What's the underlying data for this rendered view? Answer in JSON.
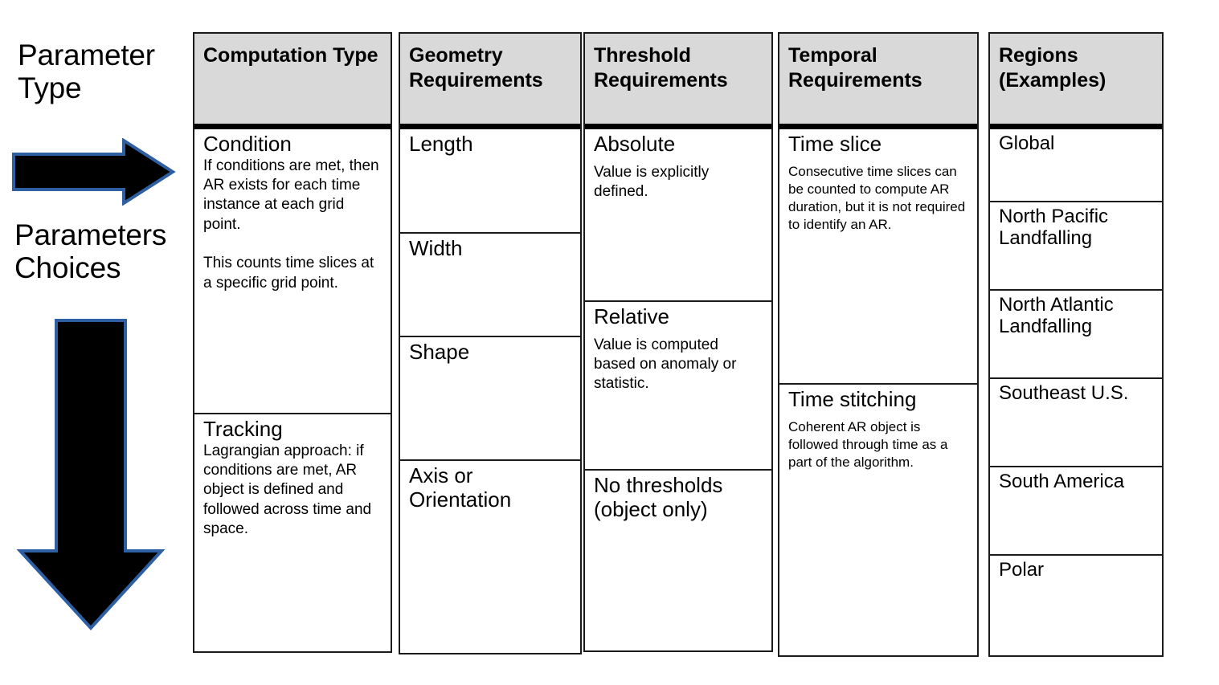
{
  "left_labels": {
    "parameter_type": "Parameter\nType",
    "parameters_choices": "Parameters\nChoices"
  },
  "icons": {
    "right_arrow": "right-arrow-icon",
    "down_arrow": "down-arrow-icon"
  },
  "colors": {
    "header_fill": "#d9d9d9",
    "border": "#1a1a1a",
    "arrow_fill": "#000000",
    "arrow_outline": "#2e5fa3",
    "background": "#ffffff"
  },
  "columns": [
    {
      "id": "computation",
      "header": "Computation Type",
      "cells": [
        {
          "title": "Condition",
          "body": "If conditions are met, then AR exists for each time instance at each grid point.\n\nThis counts time slices at a specific grid point."
        },
        {
          "title": "Tracking",
          "body": "Lagrangian approach:  if conditions are met, AR object is defined and followed across time and space."
        }
      ]
    },
    {
      "id": "geometry",
      "header": "Geometry Requirements",
      "cells": [
        {
          "title": "Length",
          "body": ""
        },
        {
          "title": "Width",
          "body": ""
        },
        {
          "title": "Shape",
          "body": ""
        },
        {
          "title": "Axis or Orientation",
          "body": ""
        }
      ]
    },
    {
      "id": "threshold",
      "header": "Threshold Requirements",
      "cells": [
        {
          "title": "Absolute",
          "body": "Value is explicitly defined."
        },
        {
          "title": "Relative",
          "body": "Value is computed based on anomaly or statistic."
        },
        {
          "title": "No thresholds (object only)",
          "body": ""
        }
      ]
    },
    {
      "id": "temporal",
      "header": "Temporal Requirements",
      "cells": [
        {
          "title": "Time slice",
          "body": "Consecutive time slices can be counted to compute AR duration, but it is not required to identify an AR."
        },
        {
          "title": "Time stitching",
          "body": "Coherent AR object is followed through time as a part of the algorithm."
        }
      ]
    },
    {
      "id": "regions",
      "header": "Regions (Examples)",
      "cells": [
        {
          "title": "Global",
          "body": ""
        },
        {
          "title": "North Pacific Landfalling",
          "body": ""
        },
        {
          "title": "North Atlantic Landfalling",
          "body": ""
        },
        {
          "title": "Southeast U.S.",
          "body": ""
        },
        {
          "title": "South America",
          "body": ""
        },
        {
          "title": "Polar",
          "body": ""
        }
      ]
    }
  ]
}
